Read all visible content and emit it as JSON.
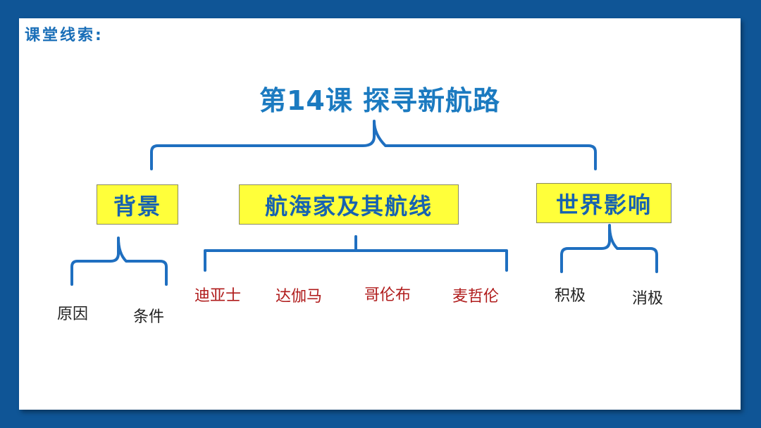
{
  "header": {
    "clue_label": "课堂线索:"
  },
  "title": "第14课  探寻新航路",
  "branches": {
    "background": {
      "label": "背景",
      "items": [
        "原因",
        "条件"
      ]
    },
    "navigators": {
      "label": "航海家及其航线",
      "items": [
        "迪亚士",
        "达伽马",
        "哥伦布",
        "麦哲伦"
      ]
    },
    "impact": {
      "label": "世界影响",
      "items": [
        "积极",
        "消极"
      ]
    }
  },
  "colors": {
    "frame": "#0f5596",
    "title": "#1b7ac0",
    "brace": "#1f6fc0",
    "box_fill": "#ffff3a",
    "box_text": "#1762b0",
    "navigator_text": "#b01c1c"
  }
}
